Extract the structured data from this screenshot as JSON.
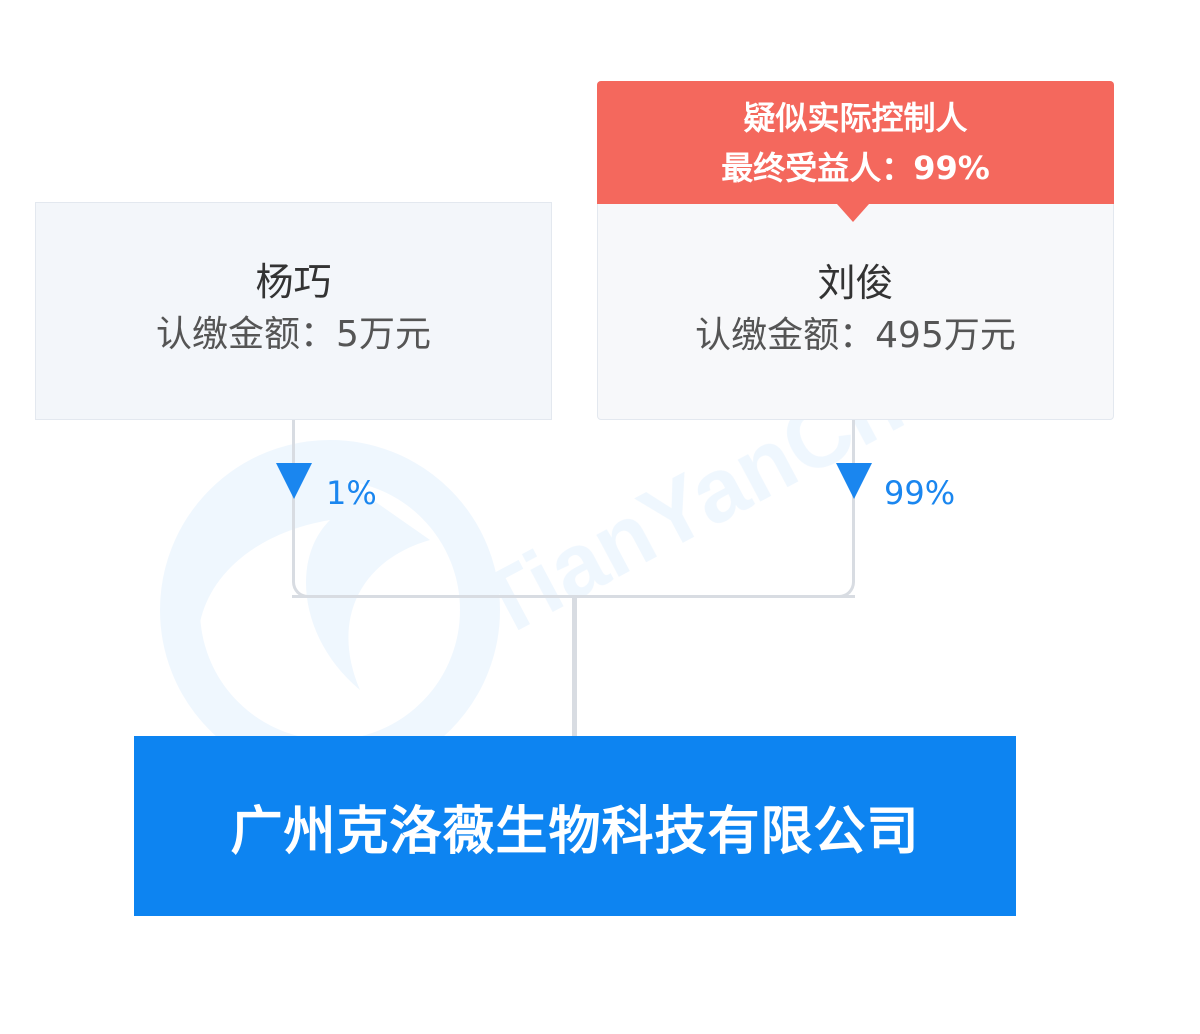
{
  "colors": {
    "accent_blue": "#1a86ef",
    "company_box": "#0d84f1",
    "controller_banner": "#f4685d",
    "card_left_bg": "#f3f6fa",
    "card_right_bg": "#f7f8fa",
    "connector": "#d8dce2"
  },
  "shareholders": [
    {
      "name": "杨巧",
      "amount": "认缴金额：5万元",
      "percent": "1%"
    },
    {
      "name": "刘俊",
      "amount": "认缴金额：495万元",
      "percent": "99%",
      "badge_line1": "疑似实际控制人",
      "badge_line2": "最终受益人：99%"
    }
  ],
  "company": {
    "name": "广州克洛薇生物科技有限公司"
  },
  "watermark": {
    "text": "TianYanCha",
    "icon": "tianyancha-logo-icon"
  }
}
